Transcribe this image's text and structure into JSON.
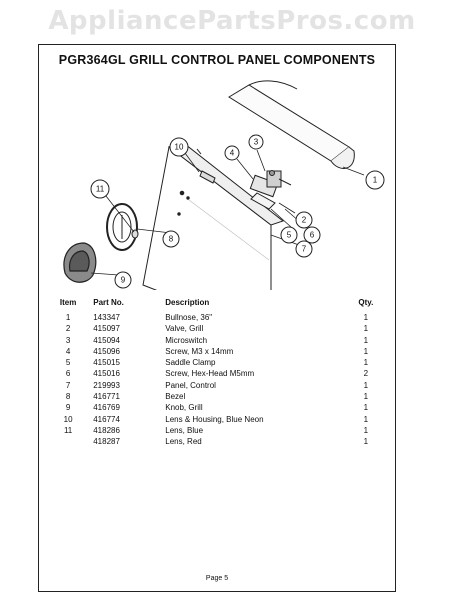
{
  "watermark": "AppliancePartsPros.com",
  "title": "PGR364GL GRILL CONTROL PANEL COMPONENTS",
  "diagram": {
    "callouts": [
      "1",
      "2",
      "3",
      "4",
      "5",
      "6",
      "7",
      "8",
      "9",
      "10",
      "11"
    ]
  },
  "table": {
    "headers": {
      "item": "Item",
      "part": "Part No.",
      "desc": "Description",
      "qty": "Qty."
    },
    "rows": [
      {
        "item": "1",
        "part": "143347",
        "desc": "Bullnose, 36\"",
        "qty": "1"
      },
      {
        "item": "2",
        "part": "415097",
        "desc": "Valve, Grill",
        "qty": "1"
      },
      {
        "item": "3",
        "part": "415094",
        "desc": "Microswitch",
        "qty": "1"
      },
      {
        "item": "4",
        "part": "415096",
        "desc": "Screw, M3 x 14mm",
        "qty": "1"
      },
      {
        "item": "5",
        "part": "415015",
        "desc": "Saddle Clamp",
        "qty": "1"
      },
      {
        "item": "6",
        "part": "415016",
        "desc": "Screw, Hex-Head M5mm",
        "qty": "2"
      },
      {
        "item": "7",
        "part": "219993",
        "desc": "Panel, Control",
        "qty": "1"
      },
      {
        "item": "8",
        "part": "416771",
        "desc": "Bezel",
        "qty": "1"
      },
      {
        "item": "9",
        "part": "416769",
        "desc": "Knob, Grill",
        "qty": "1"
      },
      {
        "item": "10",
        "part": "416774",
        "desc": "Lens & Housing, Blue Neon",
        "qty": "1"
      },
      {
        "item": "11",
        "part": "418286",
        "desc": "Lens, Blue",
        "qty": "1"
      },
      {
        "item": "",
        "part": "418287",
        "desc": "Lens, Red",
        "qty": "1"
      }
    ]
  },
  "footer": "Page 5"
}
